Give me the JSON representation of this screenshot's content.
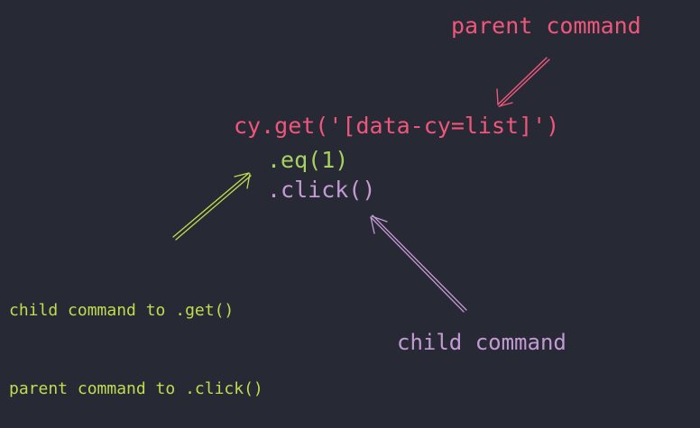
{
  "code": {
    "line1": "cy.get('[data-cy=list]')",
    "line2": ".eq(1)",
    "line3": ".click()"
  },
  "annotations": {
    "parent_command": "parent command",
    "child_get_line1": "child command to .get()",
    "child_get_line2": "parent command to .click()",
    "child_command": "child command"
  },
  "colors": {
    "background": "#272a35",
    "parent": "#f0567a",
    "eq": "#a8d060",
    "click": "#c49ad4",
    "note_green": "#c2dc4e"
  }
}
